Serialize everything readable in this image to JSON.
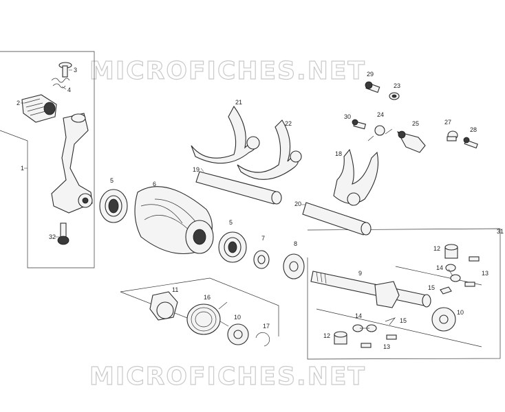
{
  "watermark_top": "MICROFICHES.NET",
  "watermark_bottom": "MICROFICHES.NET",
  "callouts": {
    "p1": "1",
    "p2": "2",
    "p3": "3",
    "p4": "4",
    "p5a": "5",
    "p5b": "5",
    "p6": "6",
    "p7": "7",
    "p8": "8",
    "p9": "9",
    "p10a": "10",
    "p10b": "10",
    "p11": "11",
    "p12a": "12",
    "p12b": "12",
    "p13a": "13",
    "p13b": "13",
    "p14a": "14",
    "p14b": "14",
    "p15a": "15",
    "p15b": "15",
    "p16": "16",
    "p17": "17",
    "p18": "18",
    "p19": "19",
    "p20": "20",
    "p21": "21",
    "p22": "22",
    "p23": "23",
    "p24": "24",
    "p25": "25",
    "p27": "27",
    "p28": "28",
    "p29": "29",
    "p30": "30",
    "p31": "31",
    "p32": "32"
  }
}
